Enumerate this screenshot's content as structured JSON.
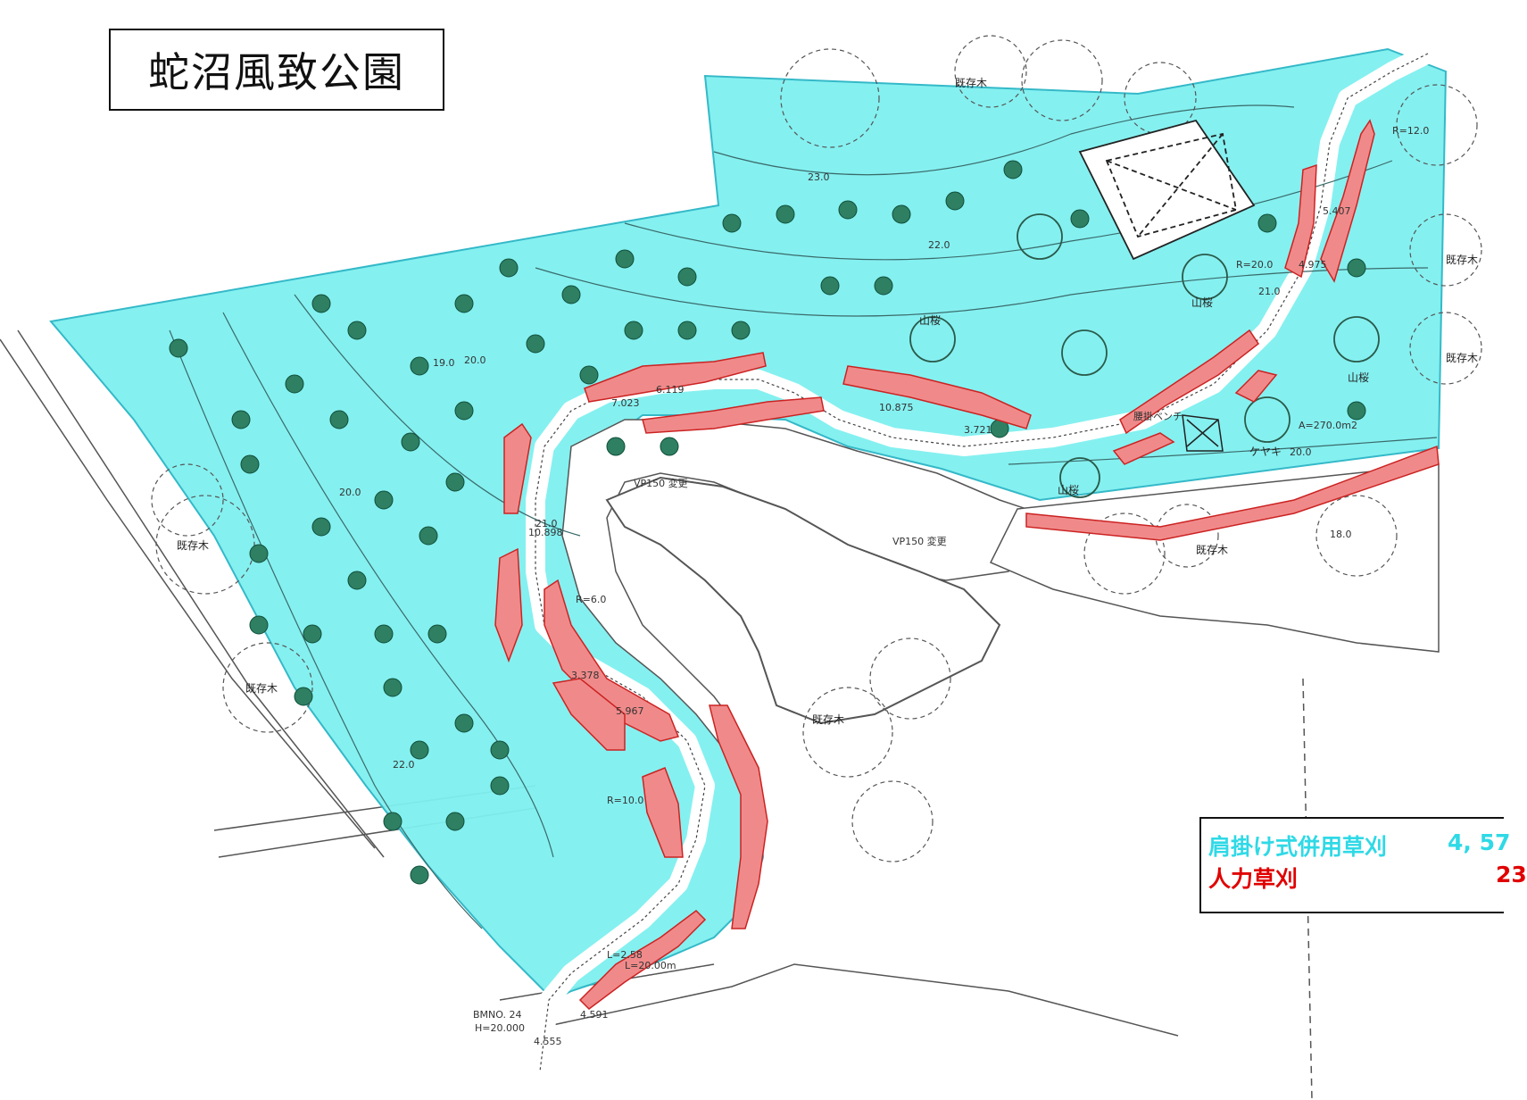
{
  "title": "蛇沼風致公園",
  "colors": {
    "machine_area": "#7ff0f0",
    "manual_area": "#f08a8a",
    "line": "#444444"
  },
  "legend": {
    "items": [
      {
        "label": "肩掛け式併用草刈",
        "value": "4, 57",
        "color": "#2fd9e6"
      },
      {
        "label": "人力草刈",
        "value": "23",
        "color": "#e00000"
      }
    ]
  },
  "annotations": {
    "existing_tree": "既存木",
    "mountain_cherry": "山桜",
    "keyaki": "ケヤキ",
    "rest_bench": "腰掛ベンチ",
    "contour_23": "23.0",
    "contour_22": "22.0",
    "contour_21": "21.0",
    "contour_20": "20.0",
    "contour_19": "19.0",
    "contour_18": "18.0",
    "dim_1": "7.023",
    "dim_2": "6.119",
    "dim_3": "10.875",
    "dim_4": "3.721",
    "dim_5": "10.898",
    "dim_6": "3.378",
    "dim_7": "5.967",
    "dim_8": "4.591",
    "dim_9": "4.555",
    "dim_10": "5.407",
    "dim_11": "4.975",
    "radius_1": "R=6.0",
    "radius_2": "R=10.0",
    "radius_3": "R=12.0",
    "radius_4": "R=20.0",
    "bm": "BMNO. 24",
    "bm_h": "H=20.000",
    "area": "A=270.0m2",
    "vp1": "VP150 変更",
    "vp2": "VP150 変更",
    "l1": "L=20.00m",
    "l2": "L=2.58"
  }
}
